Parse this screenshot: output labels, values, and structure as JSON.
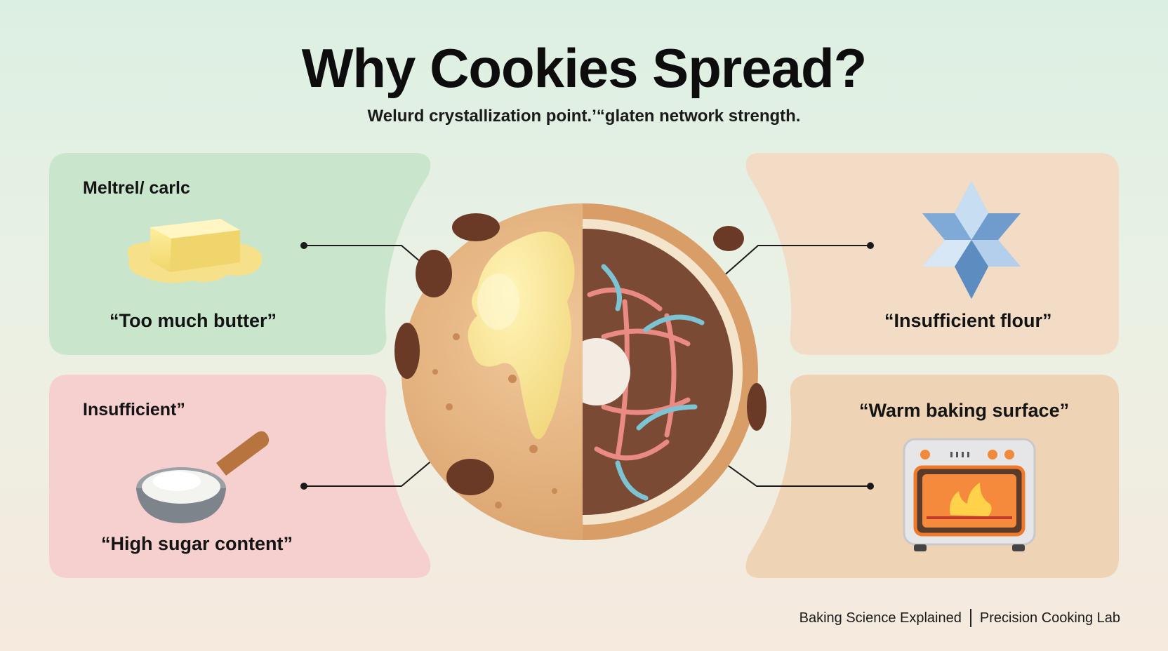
{
  "header": {
    "title": "Why Cookies Spread?",
    "subtitle": "Welurd  crystallization point.’“glaten network strength."
  },
  "panels": {
    "top_left": {
      "label": "Meltrel/ carlc",
      "caption": "“Too much butter”",
      "color": "#c9e6cd",
      "icon": "butter-icon"
    },
    "bottom_left": {
      "label": "Insufficient”",
      "caption": "“High sugar content”",
      "color": "#f6cfcf",
      "icon": "flour-scoop-icon"
    },
    "top_right": {
      "label": "",
      "caption": "“Insufficient flour”",
      "color": "#f2dcc6",
      "icon": "ice-crystal-icon"
    },
    "bottom_right": {
      "label": "“Warm baking surface”",
      "caption": "",
      "color": "#efd3b5",
      "icon": "oven-icon"
    }
  },
  "footer": {
    "left": "Baking Science Explained",
    "right": "Precision Cooking Lab"
  }
}
